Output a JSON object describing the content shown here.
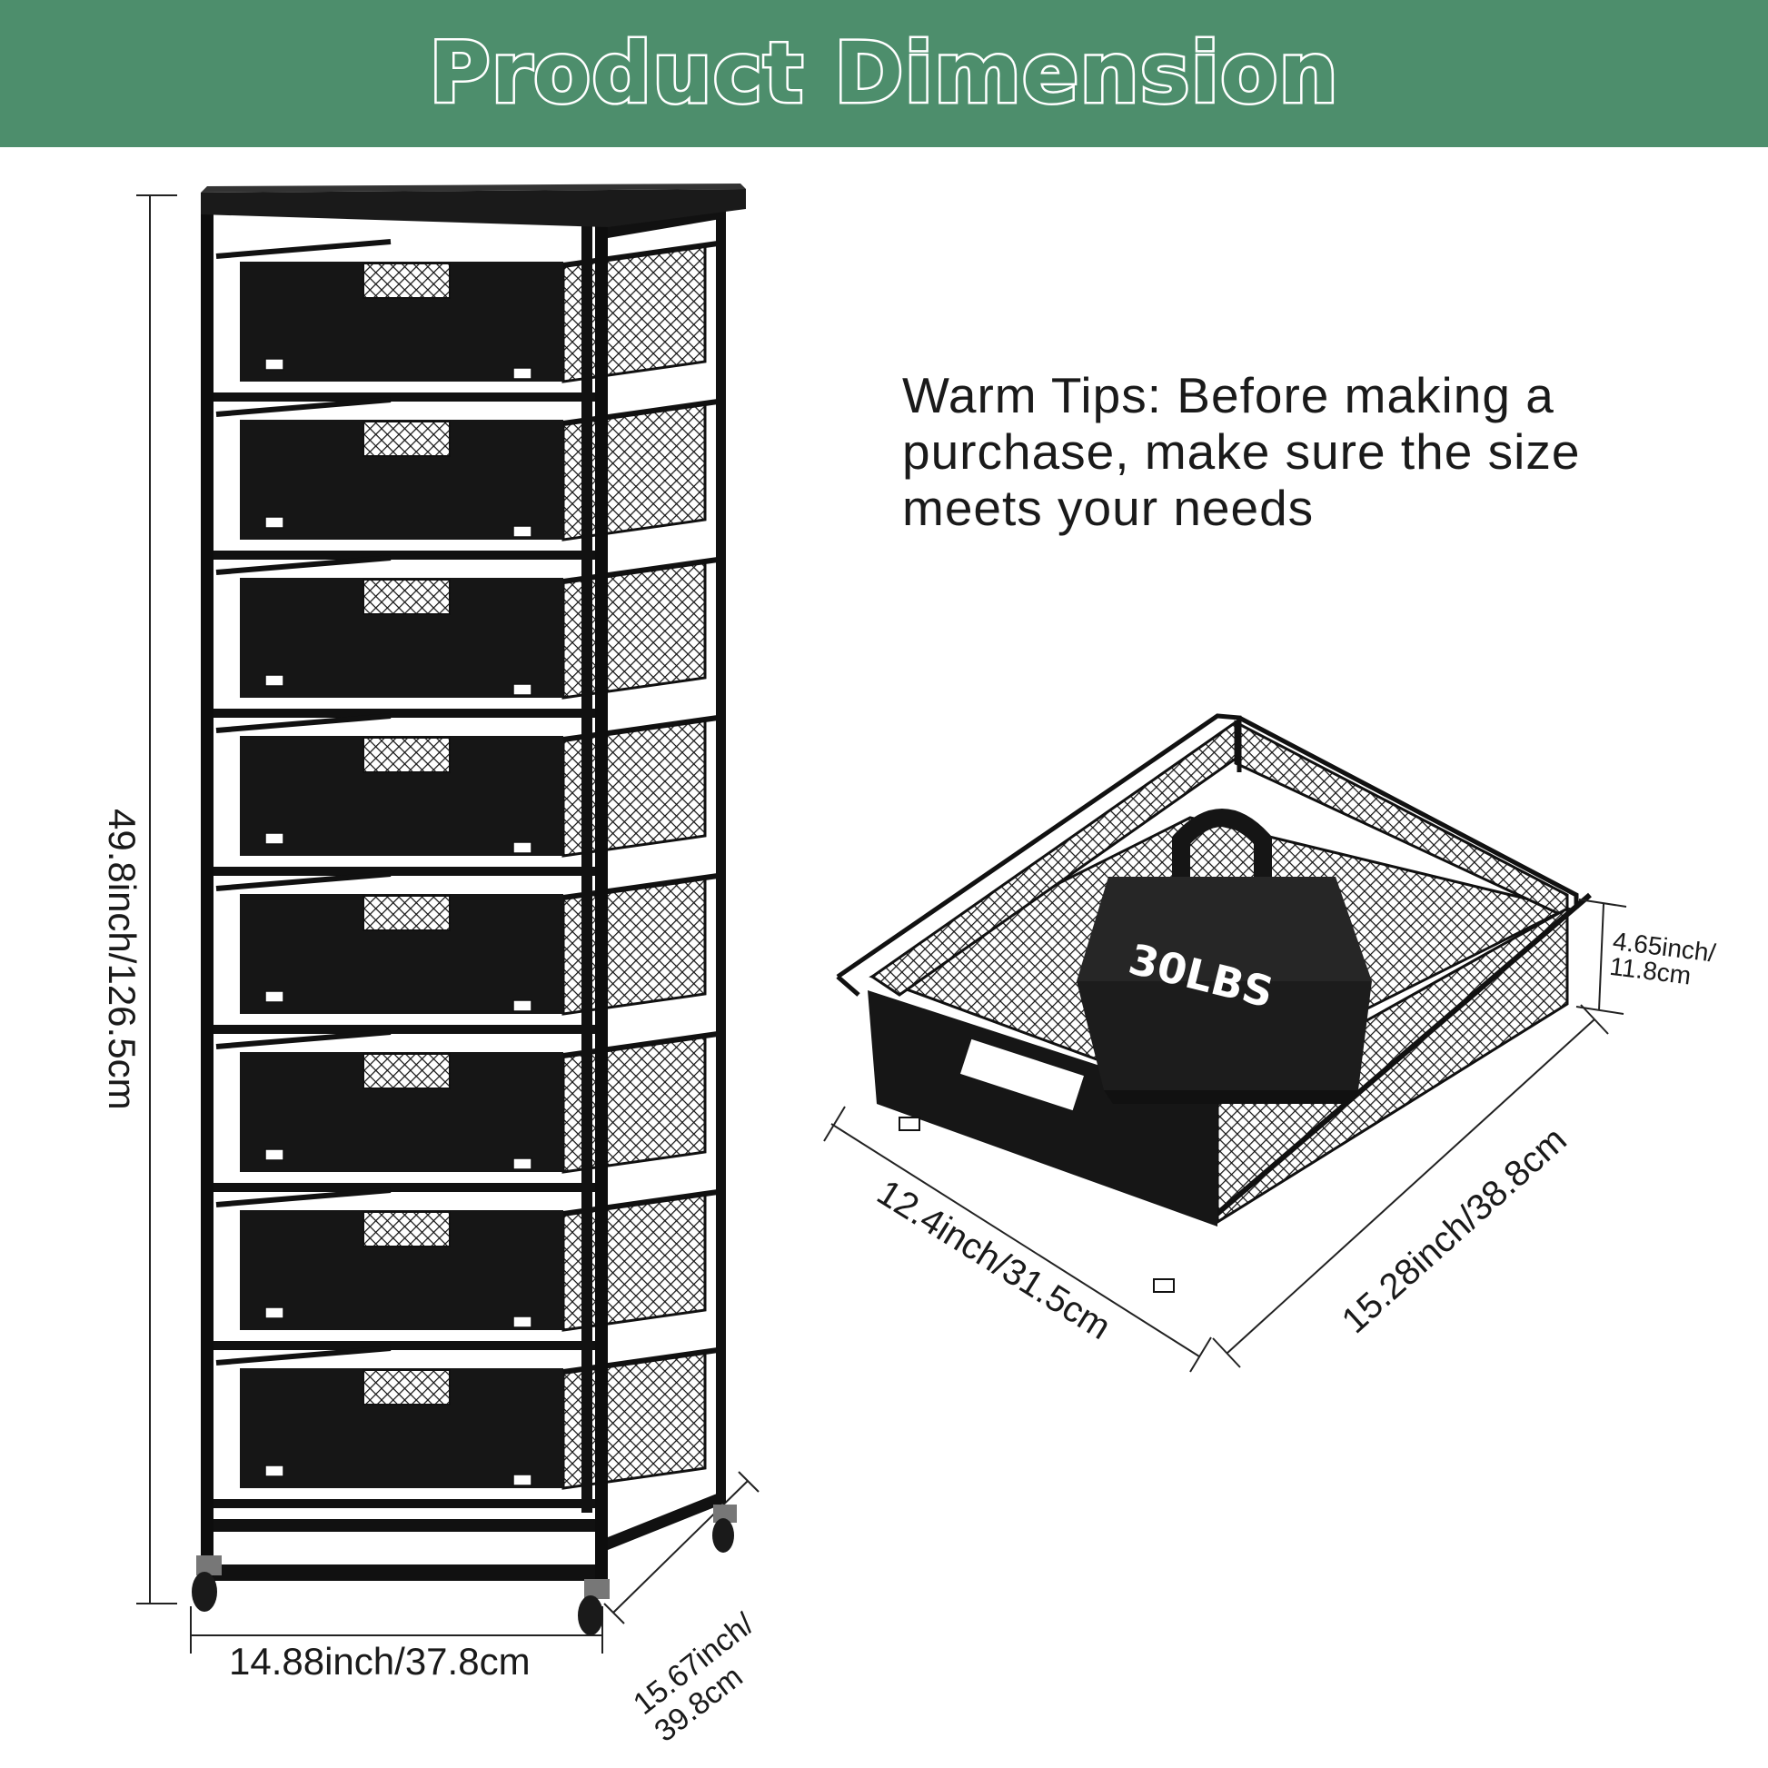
{
  "banner": {
    "title": "Product Dimension",
    "color": "#4d8e6c"
  },
  "tips": {
    "text": "Warm Tips: Before making a purchase, make sure the size meets your needs"
  },
  "cabinet": {
    "drawer_count": 8,
    "height_label": "49.8inch/126.5cm",
    "width_label": "14.88inch/37.8cm",
    "depth_label": "15.67inch/ 39.8cm"
  },
  "drawer": {
    "weight_label": "30LBS",
    "height_label": "4.65inch/ 11.8cm",
    "width_label": "12.4inch/31.5cm",
    "depth_label": "15.28inch/38.8cm"
  }
}
